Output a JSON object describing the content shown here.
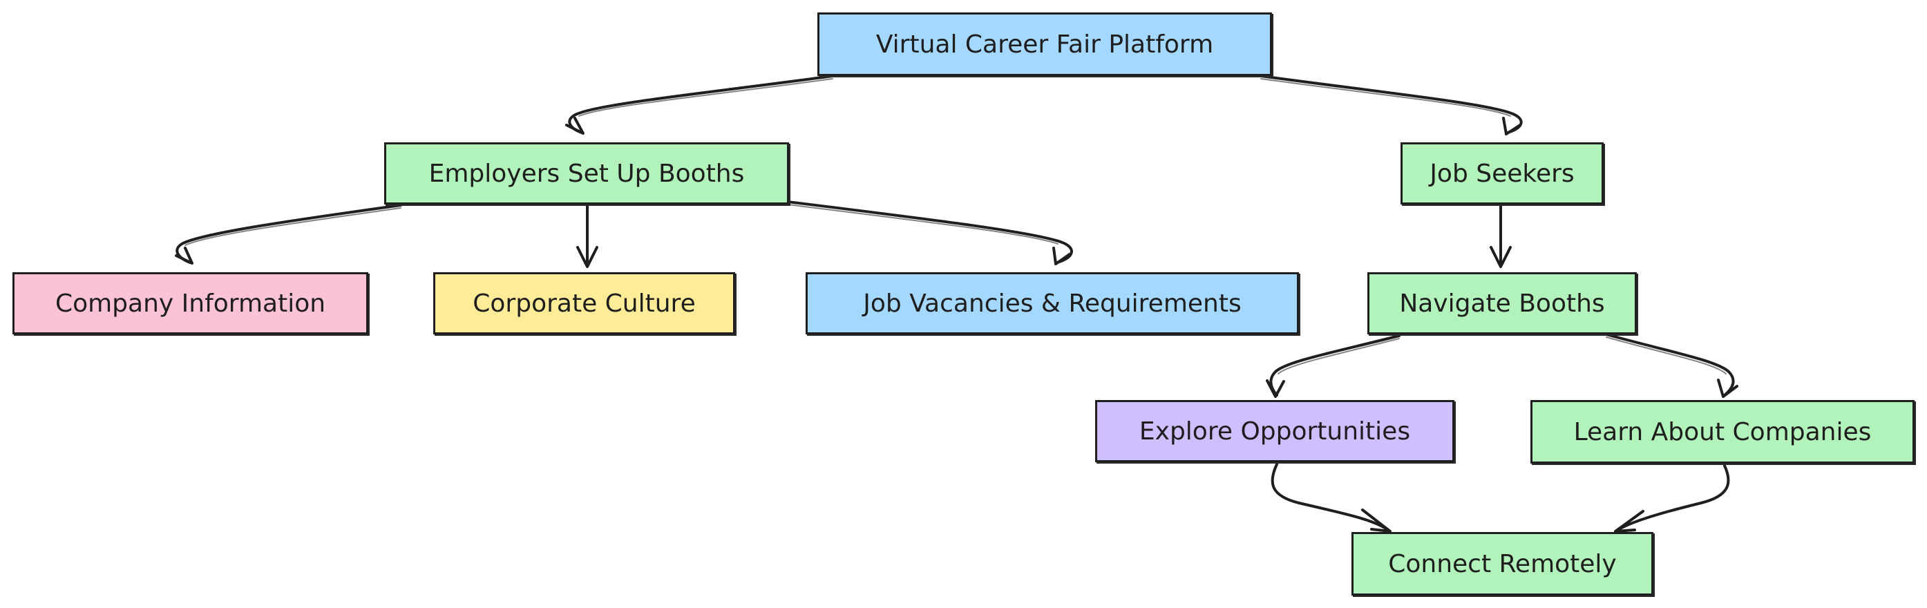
{
  "diagram": {
    "nodes": {
      "platform": {
        "label": "Virtual Career Fair Platform",
        "color": "#a5d8ff"
      },
      "employers": {
        "label": "Employers Set Up Booths",
        "color": "#b2f2bb"
      },
      "job_seekers": {
        "label": "Job Seekers",
        "color": "#b2f2bb"
      },
      "company_info": {
        "label": "Company Information",
        "color": "#fcc2d7"
      },
      "culture": {
        "label": "Corporate Culture",
        "color": "#ffec99"
      },
      "vacancies": {
        "label": "Job Vacancies & Requirements",
        "color": "#a5d8ff"
      },
      "navigate": {
        "label": "Navigate Booths",
        "color": "#b2f2bb"
      },
      "explore": {
        "label": "Explore Opportunities",
        "color": "#d0bfff"
      },
      "learn": {
        "label": "Learn About Companies",
        "color": "#b2f2bb"
      },
      "connect": {
        "label": "Connect Remotely",
        "color": "#b2f2bb"
      }
    },
    "edges": [
      {
        "from": "platform",
        "to": "employers"
      },
      {
        "from": "platform",
        "to": "job_seekers"
      },
      {
        "from": "employers",
        "to": "company_info"
      },
      {
        "from": "employers",
        "to": "culture"
      },
      {
        "from": "employers",
        "to": "vacancies"
      },
      {
        "from": "job_seekers",
        "to": "navigate"
      },
      {
        "from": "navigate",
        "to": "explore"
      },
      {
        "from": "navigate",
        "to": "learn"
      },
      {
        "from": "explore",
        "to": "connect"
      },
      {
        "from": "learn",
        "to": "connect"
      }
    ]
  }
}
